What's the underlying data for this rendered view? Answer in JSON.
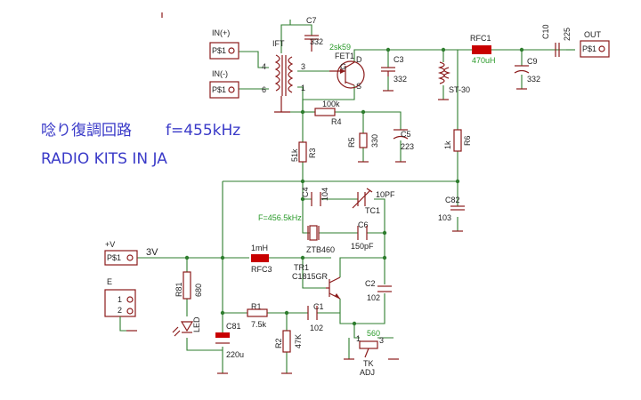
{
  "title_jp": "唸り復調回路",
  "title_freq": "f=455kHz",
  "title_kits": "RADIO KITS IN JA",
  "labels": {
    "in_plus": "IN(+)",
    "in_minus": "IN(-)",
    "ps1": "P$1",
    "ift": "IFT",
    "c7": "C7",
    "c7v": "332",
    "pin4": "4",
    "pin6": "6",
    "pin3": "3",
    "pin1": "1",
    "fet_type": "2sk59",
    "fet": "FET1",
    "fet_g": "G",
    "fet_d": "D",
    "fet_s": "S",
    "c3": "C3",
    "c3v": "332",
    "rfc1": "RFC1",
    "rfc1v": "470uH",
    "st30": "ST-30",
    "c10": "C10",
    "c10v": "225",
    "c9": "C9",
    "c9v": "332",
    "out": "OUT",
    "r4v": "100k",
    "r4": "R4",
    "r5": "R5",
    "r5v": "330",
    "c5": "C5",
    "c5v": "223",
    "r3": "R3",
    "r3v": "51k",
    "r6": "R6",
    "r6v": "1k",
    "c4": "C4",
    "c4v": "104",
    "tc1": "TC1",
    "tc1v": "10PF",
    "f_note": "F=456.5kHz",
    "c6": "C6",
    "c6v": "150pF",
    "zt": "ZTB460",
    "c82": "C82",
    "c82v": "103",
    "vplus": "+V",
    "v3": "3V",
    "rfc3v": "1mH",
    "rfc3": "RFC3",
    "tr1": "TR1",
    "tr1v": "C1815GR",
    "c2": "C2",
    "c2v": "102",
    "e": "E",
    "e1": "1",
    "e2": "2",
    "r81": "R81",
    "r81v": "680",
    "led": "LED",
    "r1": "R1",
    "r1v": "7.5k",
    "c1": "C1",
    "c1v": "102",
    "c81": "C81",
    "c81v": "220u",
    "r2": "R2",
    "r2v": "47K",
    "vr_v": "560",
    "vr_n1": "1",
    "vr_n3": "3",
    "vr_tk": "TK",
    "vr_adj": "ADJ"
  }
}
